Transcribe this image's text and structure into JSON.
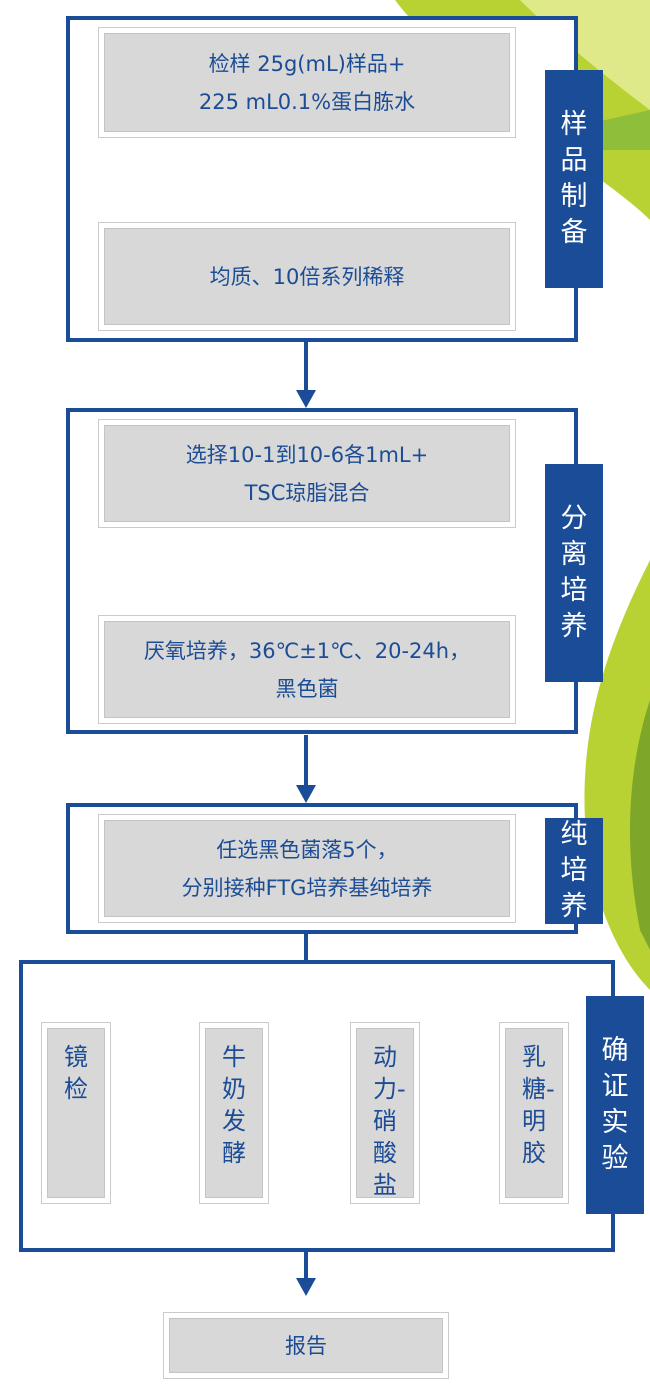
{
  "sections": {
    "prep": {
      "tab": "样品制备",
      "step1": [
        "检样 25g(mL)样品+",
        "225 mL0.1%蛋白胨水"
      ],
      "step2": [
        "均质、10倍系列稀释"
      ]
    },
    "isolation": {
      "tab": "分离培养",
      "step1": [
        "选择10-1到10-6各1mL+",
        "TSC琼脂混合"
      ],
      "step2": [
        "厌氧培养，36℃±1℃、20-24h，",
        "黑色菌"
      ]
    },
    "purification": {
      "tab": "纯培养",
      "step1": [
        "任选黑色菌落5个，",
        "分别接种FTG培养基纯培养"
      ]
    },
    "confirmation": {
      "tab": "确证实验",
      "tests": [
        "镜检",
        "牛奶发酵",
        "动力-硝酸盐",
        "乳糖-明胶"
      ]
    }
  },
  "report": "报告",
  "colors": {
    "primary": "#1a4c97",
    "box_fill": "#d8d8d8",
    "text": "#1b4c94",
    "leaf_green": "#b9d233"
  }
}
